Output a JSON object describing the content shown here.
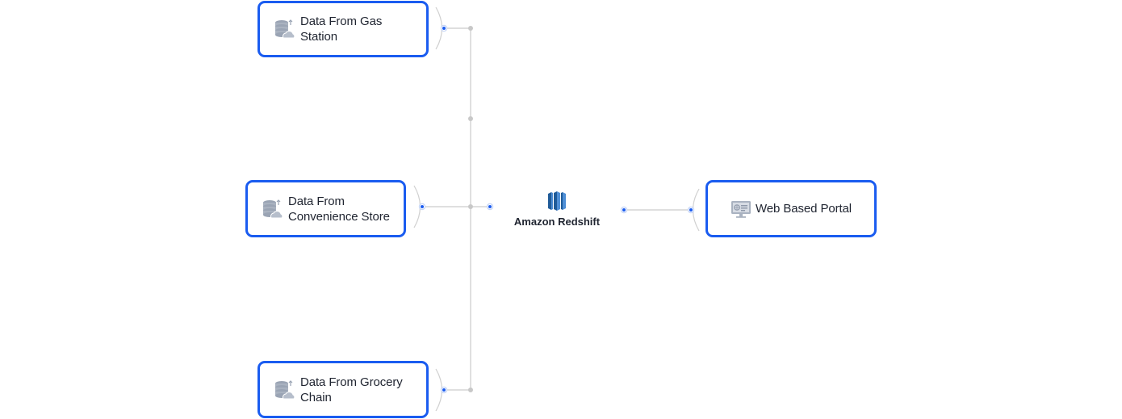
{
  "diagram": {
    "sources": [
      {
        "label": "Data From Gas Station",
        "icon": "database-cloud-icon"
      },
      {
        "label": "Data From Convenience Store",
        "icon": "database-cloud-icon"
      },
      {
        "label": "Data From Grocery Chain",
        "icon": "database-cloud-icon"
      }
    ],
    "hub": {
      "label": "Amazon Redshift",
      "icon": "amazon-redshift-icon"
    },
    "target": {
      "label": "Web Based Portal",
      "icon": "web-portal-icon"
    }
  },
  "colors": {
    "node_border": "#1a5cf0",
    "connector_line": "#cccccc",
    "port_dot": "#1a5cf0",
    "redshift_dark": "#205b98",
    "redshift_light": "#4f8fd6"
  }
}
